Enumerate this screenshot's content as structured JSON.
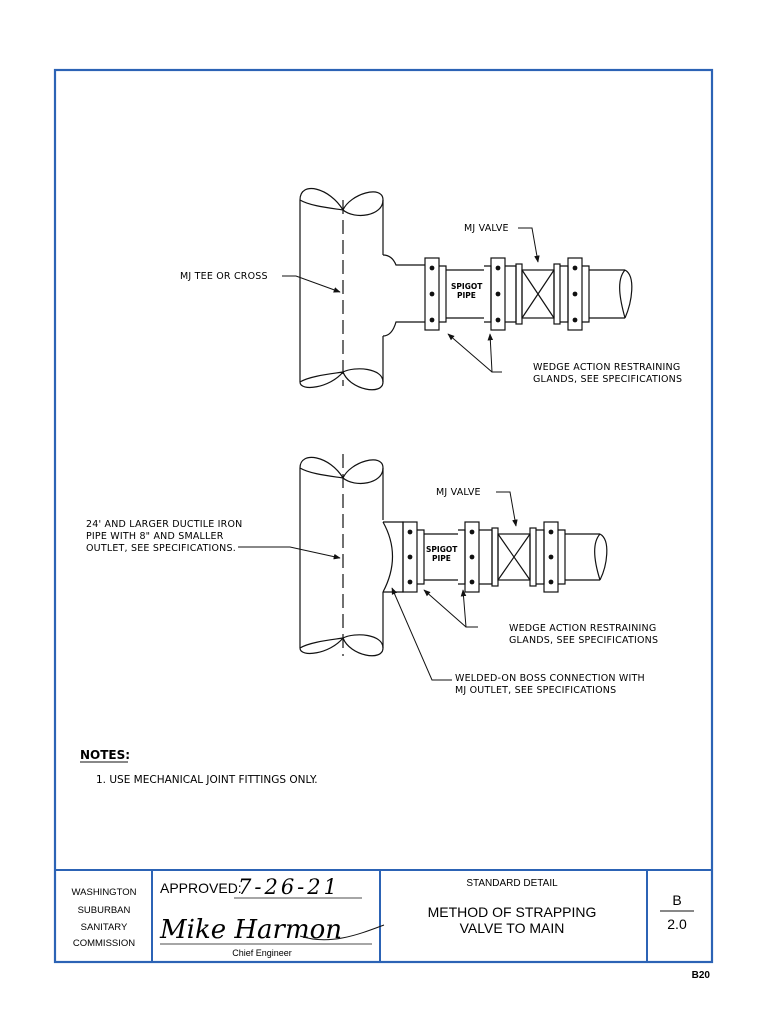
{
  "detail_top": {
    "mj_valve": "MJ VALVE",
    "mj_tee": "MJ TEE OR CROSS",
    "spigot_line1": "SPIGOT",
    "spigot_line2": "PIPE",
    "wedge_line1": "WEDGE ACTION RESTRAINING",
    "wedge_line2": "GLANDS, SEE SPECIFICATIONS"
  },
  "detail_bottom": {
    "mj_valve": "MJ VALVE",
    "ductile_line1": "24' AND LARGER DUCTILE IRON",
    "ductile_line2": "PIPE WITH 8\" AND SMALLER",
    "ductile_line3": "OUTLET, SEE SPECIFICATIONS.",
    "spigot_line1": "SPIGOT",
    "spigot_line2": "PIPE",
    "wedge_line1": "WEDGE ACTION RESTRAINING",
    "wedge_line2": "GLANDS, SEE SPECIFICATIONS",
    "boss_line1": "WELDED-ON BOSS CONNECTION WITH",
    "boss_line2": "MJ OUTLET, SEE SPECIFICATIONS"
  },
  "notes": {
    "title": "NOTES:",
    "items": [
      "1. USE MECHANICAL JOINT FITTINGS ONLY."
    ]
  },
  "title_block": {
    "org_line1": "WASHINGTON",
    "org_line2": "SUBURBAN",
    "org_line3": "SANITARY",
    "org_line4": "COMMISSION",
    "approved_label": "APPROVED:",
    "approved_date": "7-26-21",
    "signature": "Mike Harmon",
    "signer_title": "Chief Engineer",
    "standard_detail": "STANDARD DETAIL",
    "title_line1": "METHOD OF STRAPPING",
    "title_line2": "VALVE TO MAIN",
    "sheet_letter": "B",
    "sheet_number": "2.0"
  },
  "sheet_code": "B20",
  "colors": {
    "border": "#2c63b5",
    "ink": "#111111"
  }
}
